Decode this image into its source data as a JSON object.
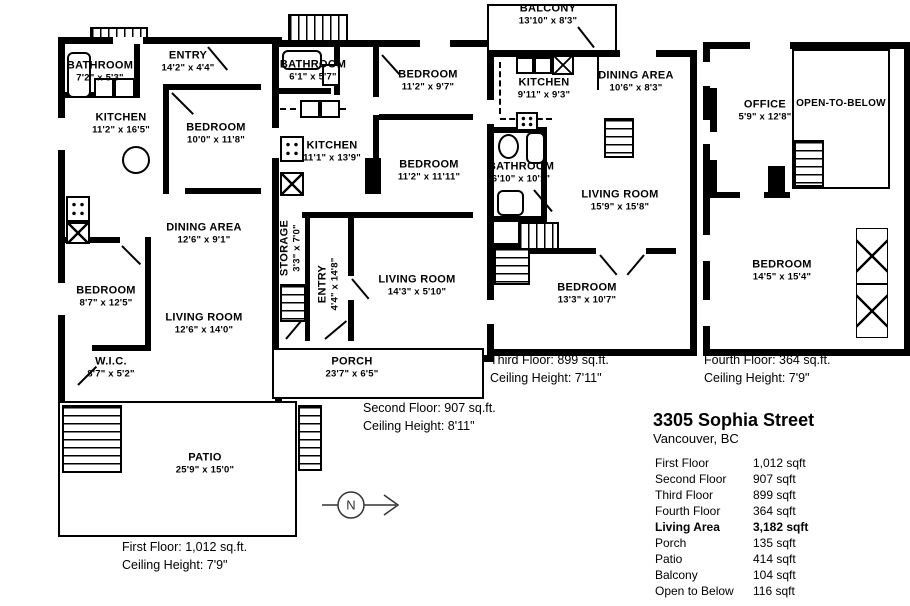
{
  "colors": {
    "wall": "#000000",
    "background": "#ffffff",
    "text": "#000000"
  },
  "compass": {
    "label": "N"
  },
  "floors": [
    {
      "name": "First Floor",
      "footer1": "First Floor: 1,012 sq.ft.",
      "footer2": "Ceiling Height: 7'9\"",
      "rooms": [
        {
          "label": "BATHROOM",
          "dims": "7'2\" x 5'3\""
        },
        {
          "label": "ENTRY",
          "dims": "14'2\" x 4'4\""
        },
        {
          "label": "KITCHEN",
          "dims": "11'2\" x 16'5\""
        },
        {
          "label": "BEDROOM",
          "dims": "10'0\" x 11'8\""
        },
        {
          "label": "DINING AREA",
          "dims": "12'6\" x 9'1\""
        },
        {
          "label": "BEDROOM",
          "dims": "8'7\" x 12'5\""
        },
        {
          "label": "LIVING ROOM",
          "dims": "12'6\" x 14'0\""
        },
        {
          "label": "W.I.C.",
          "dims": "8'7\" x 5'2\""
        },
        {
          "label": "PATIO",
          "dims": "25'9\" x 15'0\""
        }
      ]
    },
    {
      "name": "Second Floor",
      "footer1": "Second Floor: 907 sq.ft.",
      "footer2": "Ceiling Height: 8'11\"",
      "rooms": [
        {
          "label": "BATHROOM",
          "dims": "6'1\" x 5'7\""
        },
        {
          "label": "BEDROOM",
          "dims": "11'2\" x 9'7\""
        },
        {
          "label": "KITCHEN",
          "dims": "11'1\" x 13'9\""
        },
        {
          "label": "BEDROOM",
          "dims": "11'2\" x 11'11\""
        },
        {
          "label": "STORAGE",
          "dims": "3'3\" x 7'0\""
        },
        {
          "label": "ENTRY",
          "dims": "4'4\" x 14'8\""
        },
        {
          "label": "LIVING ROOM",
          "dims": "14'3\" x 5'10\""
        },
        {
          "label": "PORCH",
          "dims": "23'7\" x 6'5\""
        }
      ]
    },
    {
      "name": "Third Floor",
      "footer1": "Third Floor: 899 sq.ft.",
      "footer2": "Ceiling Height: 7'11\"",
      "rooms": [
        {
          "label": "BALCONY",
          "dims": "13'10\" x 8'3\""
        },
        {
          "label": "KITCHEN",
          "dims": "9'11\" x 9'3\""
        },
        {
          "label": "DINING AREA",
          "dims": "10'6\" x 8'3\""
        },
        {
          "label": "BATHROOM",
          "dims": "6'10\" x 10'1\""
        },
        {
          "label": "LIVING ROOM",
          "dims": "15'9\" x 15'8\""
        },
        {
          "label": "BEDROOM",
          "dims": "13'3\" x 10'7\""
        }
      ]
    },
    {
      "name": "Fourth Floor",
      "footer1": "Fourth Floor: 364 sq.ft.",
      "footer2": "Ceiling Height: 7'9\"",
      "rooms": [
        {
          "label": "OFFICE",
          "dims": "5'9\" x 12'8\""
        },
        {
          "label": "OPEN-TO-BELOW",
          "dims": ""
        },
        {
          "label": "BEDROOM",
          "dims": "14'5\" x 15'4\""
        }
      ]
    }
  ],
  "summary": {
    "title": "3305 Sophia Street",
    "subtitle": "Vancouver, BC",
    "rows": [
      {
        "label": "First Floor",
        "value": "1,012 sqft"
      },
      {
        "label": "Second Floor",
        "value": "907 sqft"
      },
      {
        "label": "Third Floor",
        "value": "899 sqft"
      },
      {
        "label": "Fourth Floor",
        "value": "364 sqft"
      },
      {
        "label": "Living Area",
        "value": "3,182 sqft"
      },
      {
        "label": "Porch",
        "value": "135 sqft"
      },
      {
        "label": "Patio",
        "value": "414 sqft"
      },
      {
        "label": "Balcony",
        "value": "104 sqft"
      },
      {
        "label": "Open to Below",
        "value": "116 sqft"
      }
    ]
  }
}
